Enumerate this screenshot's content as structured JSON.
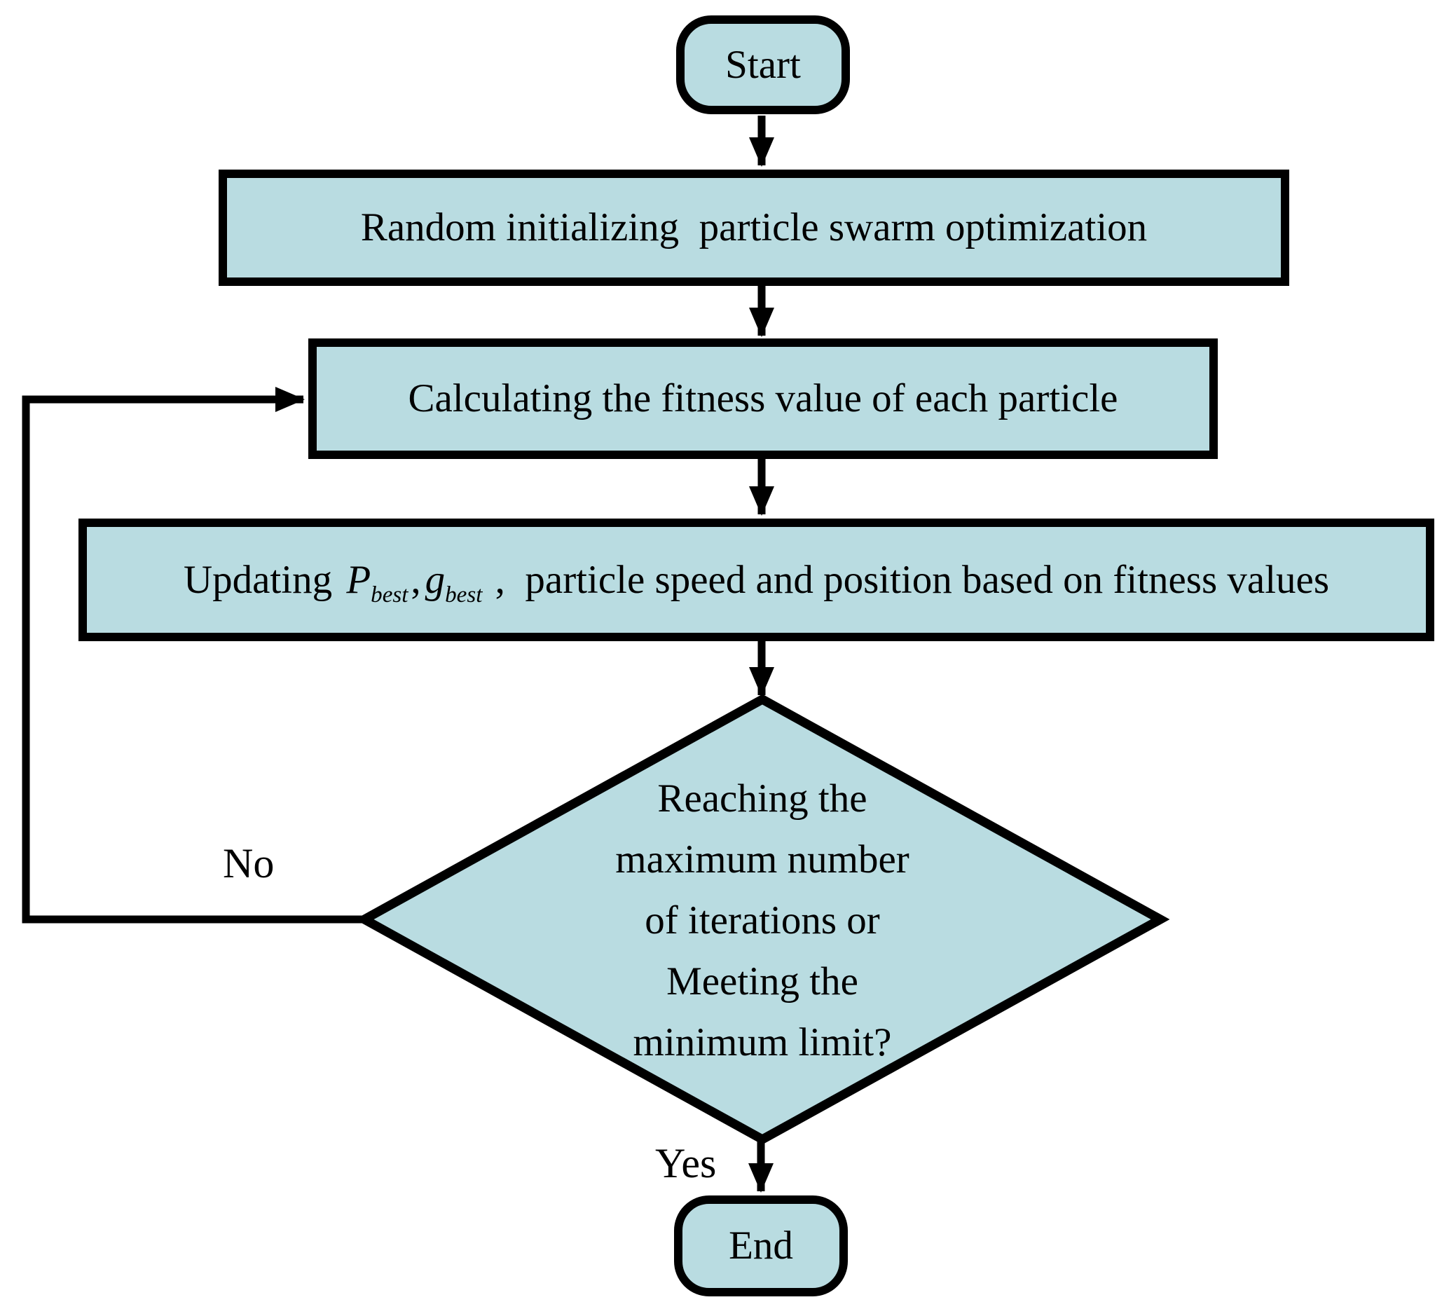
{
  "colors": {
    "shape_fill": "#b9dce1",
    "stroke": "#000000",
    "background": "#ffffff"
  },
  "flowchart": {
    "start": {
      "label": "Start"
    },
    "step1": {
      "label": "Random initializing  particle swarm optimization"
    },
    "step2": {
      "label": "Calculating the fitness value of each particle"
    },
    "step3": {
      "prefix": "Updating ",
      "var1": "P",
      "var1_sub": "best",
      "comma": ",",
      "var2": "g",
      "var2_sub": "best",
      "mid": " ,  ",
      "suffix": "particle speed and position based on fitness values"
    },
    "decision": {
      "lines": [
        "Reaching the",
        "maximum number",
        "of iterations or",
        "Meeting the",
        "minimum limit?"
      ]
    },
    "end": {
      "label": "End"
    },
    "edges": {
      "yes_label": "Yes",
      "no_label": "No"
    }
  }
}
